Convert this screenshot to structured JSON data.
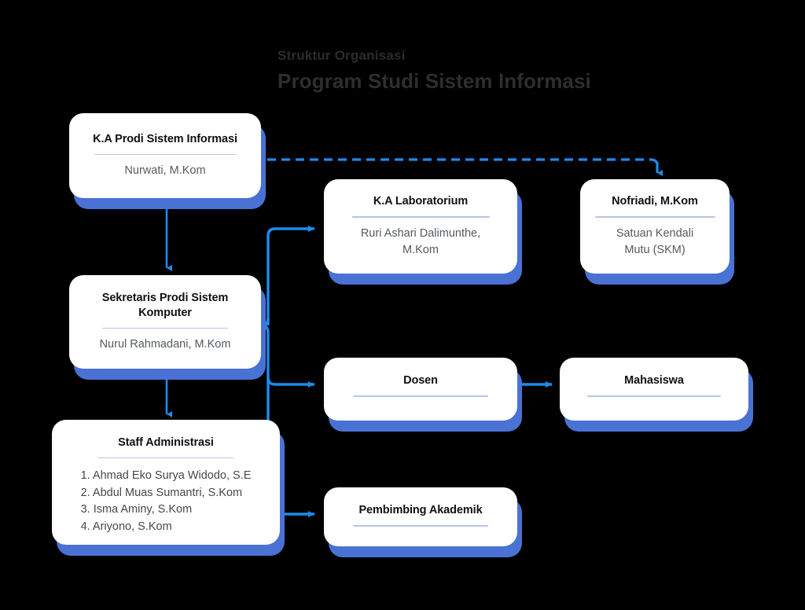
{
  "heading": {
    "eyebrow": "Struktur Organisasi",
    "headline": "Program Studi Sistem Informasi"
  },
  "colors": {
    "background": "#000000",
    "card": "#ffffff",
    "card_shadow_blue": "#4a72d4",
    "connector_blue": "#1a8cf0",
    "divider": "#b8c5ea",
    "title_text": "#111111",
    "subtitle_text": "#555a5f",
    "heading_text": "#2e2e2e"
  },
  "nodes": {
    "kaprodi": {
      "title": "K.A Prodi Sistem Informasi",
      "subtitle": "Nurwati, M.Kom"
    },
    "sekretaris": {
      "title": "Sekretaris Prodi Sistem Komputer",
      "subtitle": "Nurul Rahmadani, M.Kom"
    },
    "staff": {
      "title": "Staff Administrasi",
      "members": [
        "Ahmad Eko Surya Widodo, S.E",
        "Abdul Muas Sumantri, S.Kom",
        "Isma Aminy, S.Kom",
        "Ariyono, S.Kom"
      ]
    },
    "laboratorium": {
      "title": "K.A Laboratorium",
      "subtitle": "Ruri Ashari Dalimunthe, M.Kom"
    },
    "skm": {
      "title": "Nofriadi, M.Kom",
      "subtitle": "Satuan Kendali Mutu (SKM)"
    },
    "dosen": {
      "title": "Dosen",
      "subtitle": ""
    },
    "mahasiswa": {
      "title": "Mahasiswa",
      "subtitle": ""
    },
    "pembimbing": {
      "title": "Pembimbing Akademik",
      "subtitle": ""
    }
  },
  "connectors": [
    {
      "name": "kaprodi-to-sekretaris",
      "style": "solid-arrow-down"
    },
    {
      "name": "kaprodi-to-skm",
      "style": "dashed-arrow-right-down"
    },
    {
      "name": "sekretaris-to-staff",
      "style": "solid-arrow-down"
    },
    {
      "name": "sekretaris-to-laboratorium",
      "style": "solid-branch-right"
    },
    {
      "name": "sekretaris-to-dosen",
      "style": "solid-branch-right"
    },
    {
      "name": "sekretaris-to-pembimbing",
      "style": "solid-branch-right"
    },
    {
      "name": "dosen-to-mahasiswa",
      "style": "solid-arrow-right"
    }
  ]
}
